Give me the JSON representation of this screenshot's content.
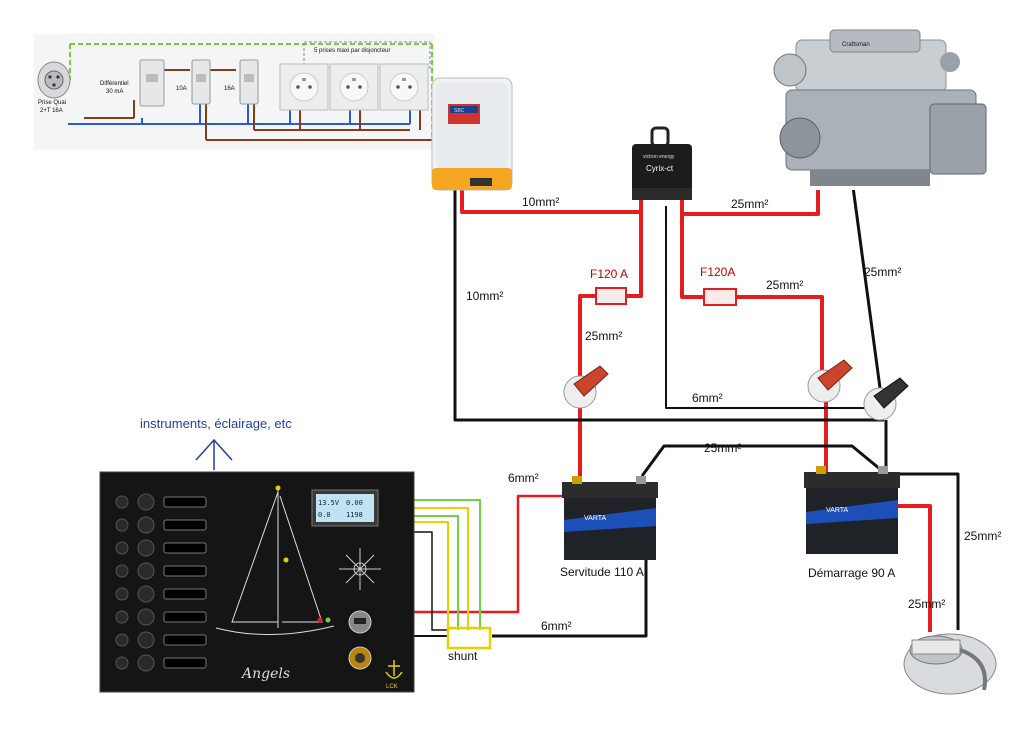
{
  "shore": {
    "plug_label": "Prise Quai",
    "plug_sub": "2+T 16A",
    "differential": "Différentiel",
    "differential_rating": "30 mA",
    "breaker1": "10A",
    "breaker2": "16A",
    "outlets_note": "5 prises maxi par disjoncteur"
  },
  "charger": {
    "brand": "SBC"
  },
  "coupler": {
    "brand": "victron energy",
    "name": "Cyrix-ct"
  },
  "engine": {
    "brand": "Craftsman"
  },
  "cables": {
    "c1": "10mm²",
    "c2": "25mm²",
    "c3": "10mm²",
    "fuse1": "F120 A",
    "fuse2": "F120A",
    "c4": "25mm²",
    "c5": "25mm²",
    "c6": "25mm²",
    "c7": "6mm²",
    "c8": "25mm²",
    "c9": "6mm²",
    "c10": "25mm²",
    "c11": "25mm²",
    "c12": "6mm²"
  },
  "batteries": {
    "service_label": "Servitude 110 A",
    "start_label": "Démarrage  90 A",
    "brand": "VARTA"
  },
  "panel": {
    "instruments_label": "instruments, éclairage, etc",
    "brand": "Angels",
    "logo": "LCK",
    "meter_line1": "13.5V",
    "meter_line1b": "0.00",
    "meter_line2": "0.0",
    "meter_line2b": "1198"
  },
  "shunt_label": "shunt",
  "colors": {
    "positive": "#e41e1e",
    "negative": "#111111",
    "ground": "#7ac943",
    "wire_yellow": "#e8d000",
    "wire_green": "#6fd04a",
    "phase": "#8b3a1a",
    "neutral": "#2a5bd7"
  }
}
